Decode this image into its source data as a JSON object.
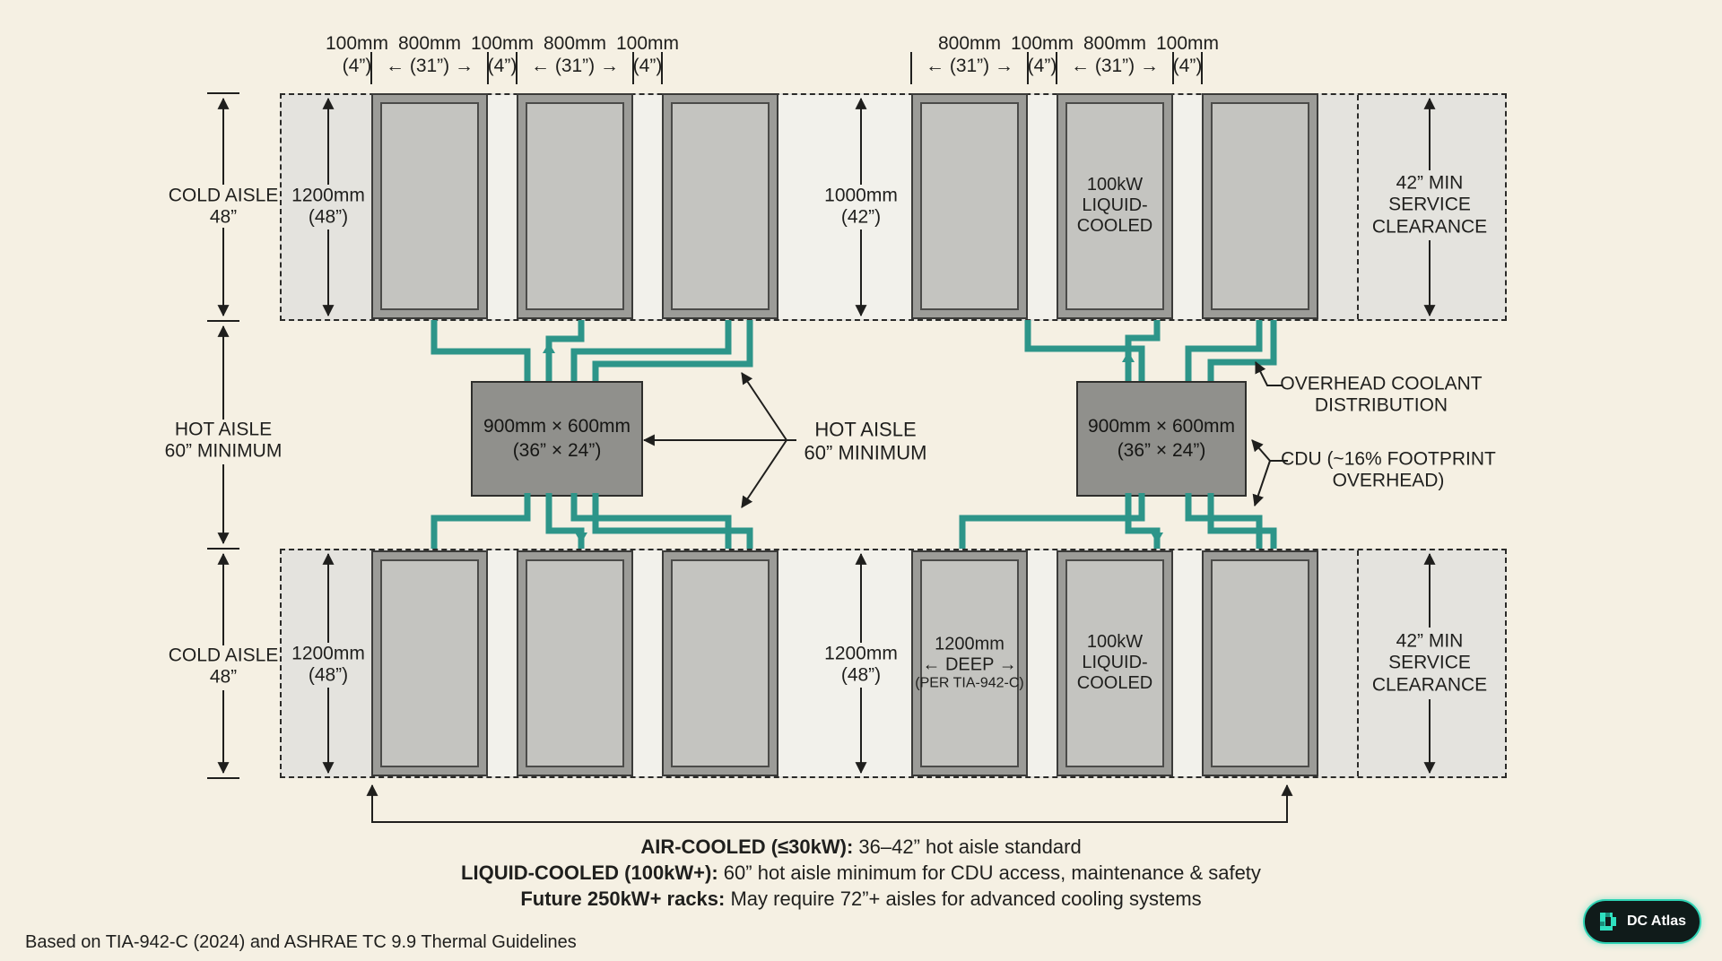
{
  "colors": {
    "background": "#f5f0e3",
    "aisle_gray": "#e4e3de",
    "rack_gray": "#9c9c98",
    "cdu_gray": "#90908c",
    "pipe_teal": "#2d9589",
    "logo_teal": "#2ed3b4",
    "ink": "#1f1f1d"
  },
  "top_dims_left": [
    {
      "mm": "100mm",
      "inch": "(4”)"
    },
    {
      "mm": "800mm",
      "inch": "← (31”) →"
    },
    {
      "mm": "100mm",
      "inch": "(4”)"
    },
    {
      "mm": "800mm",
      "inch": "← (31”) →"
    },
    {
      "mm": "100mm",
      "inch": "(4”)"
    }
  ],
  "top_dims_right": [
    {
      "mm": "800mm",
      "inch": "← (31”) →"
    },
    {
      "mm": "100mm",
      "inch": "(4”)"
    },
    {
      "mm": "800mm",
      "inch": "← (31”) →"
    },
    {
      "mm": "100mm",
      "inch": "(4”)"
    }
  ],
  "aisles": {
    "cold_top": {
      "l1": "COLD AISLE",
      "l2": "48”"
    },
    "hot": {
      "l1": "HOT AISLE",
      "l2": "60” MINIMUM"
    },
    "cold_bottom": {
      "l1": "COLD AISLE",
      "l2": "48”"
    }
  },
  "top_band": {
    "depth": {
      "l1": "1200mm",
      "l2": "(48”)"
    },
    "mid": {
      "l1": "1000mm",
      "l2": "(42”)"
    },
    "rack5": {
      "l1": "100kW",
      "l2": "LIQUID-",
      "l3": "COOLED"
    },
    "service": {
      "l1": "42” MIN",
      "l2": "SERVICE",
      "l3": "CLEARANCE"
    }
  },
  "bottom_band": {
    "depth": {
      "l1": "1200mm",
      "l2": "(48”)"
    },
    "mid": {
      "l1": "1200mm",
      "l2": "(48”)"
    },
    "rack4": {
      "l1": "1200mm",
      "l2": "← DEEP →",
      "l3": "(PER TIA-942-C)"
    },
    "rack5": {
      "l1": "100kW",
      "l2": "LIQUID-",
      "l3": "COOLED"
    },
    "service": {
      "l1": "42” MIN",
      "l2": "SERVICE",
      "l3": "CLEARANCE"
    }
  },
  "cdu_left": {
    "l1": "900mm × 600mm",
    "l2": "(36” × 24”)"
  },
  "cdu_right": {
    "l1": "900mm × 600mm",
    "l2": "(36” × 24”)"
  },
  "hot_callout": {
    "l1": "HOT AISLE",
    "l2": "60” MINIMUM"
  },
  "annotations": {
    "overhead": {
      "l1": "OVERHEAD COOLANT",
      "l2": "DISTRIBUTION"
    },
    "cdu_note": {
      "l1": "CDU (~16% FOOTPRINT",
      "l2": "OVERHEAD)"
    }
  },
  "notes": [
    {
      "b": "AIR-COOLED (≤30kW):",
      "t": " 36–42” hot aisle standard"
    },
    {
      "b": "LIQUID-COOLED (100kW+):",
      "t": " 60” hot aisle minimum for CDU access, maintenance & safety"
    },
    {
      "b": "Future 250kW+ racks:",
      "t": " May require 72”+ aisles for advanced cooling systems"
    }
  ],
  "footer": "Based on TIA-942-C (2024) and ASHRAE TC 9.9 Thermal Guidelines",
  "logo": {
    "text": "DC Atlas"
  }
}
